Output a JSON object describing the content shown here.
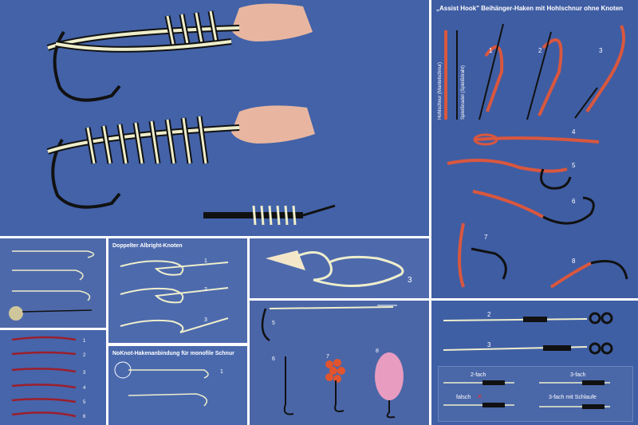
{
  "panels": {
    "assist_hook": {
      "title": "„Assist Hook\" Beihänger-Haken mit Hohlschnur ohne Knoten",
      "label_hohlschnur": "Hohlschnur (Mantelschnur)",
      "label_spleissnadel": "Spleißnadel (Spleißdraht)",
      "steps": [
        "1",
        "2",
        "3",
        "4",
        "5",
        "6",
        "7",
        "8"
      ]
    },
    "albright": {
      "title": "Doppelter Albright-Knoten",
      "steps": [
        "1",
        "2",
        "3"
      ]
    },
    "noknot": {
      "title": "NoKnot-Hakenanbindung für monofile Schnur",
      "step": "1"
    },
    "fly_knot": {
      "step": "3"
    },
    "lure_rigs": {
      "steps": [
        "5",
        "6",
        "7",
        "8"
      ]
    },
    "sleeve_rig": {
      "steps": [
        "2",
        "3"
      ],
      "labels": {
        "zweifach": "2-fach",
        "dreifach": "3-fach",
        "falsch": "falsch",
        "dreifach_schlaufe": "3-fach mit Schlaufe"
      }
    },
    "red_rig": {
      "steps": [
        "1",
        "2",
        "3",
        "4",
        "5",
        "6"
      ]
    }
  }
}
